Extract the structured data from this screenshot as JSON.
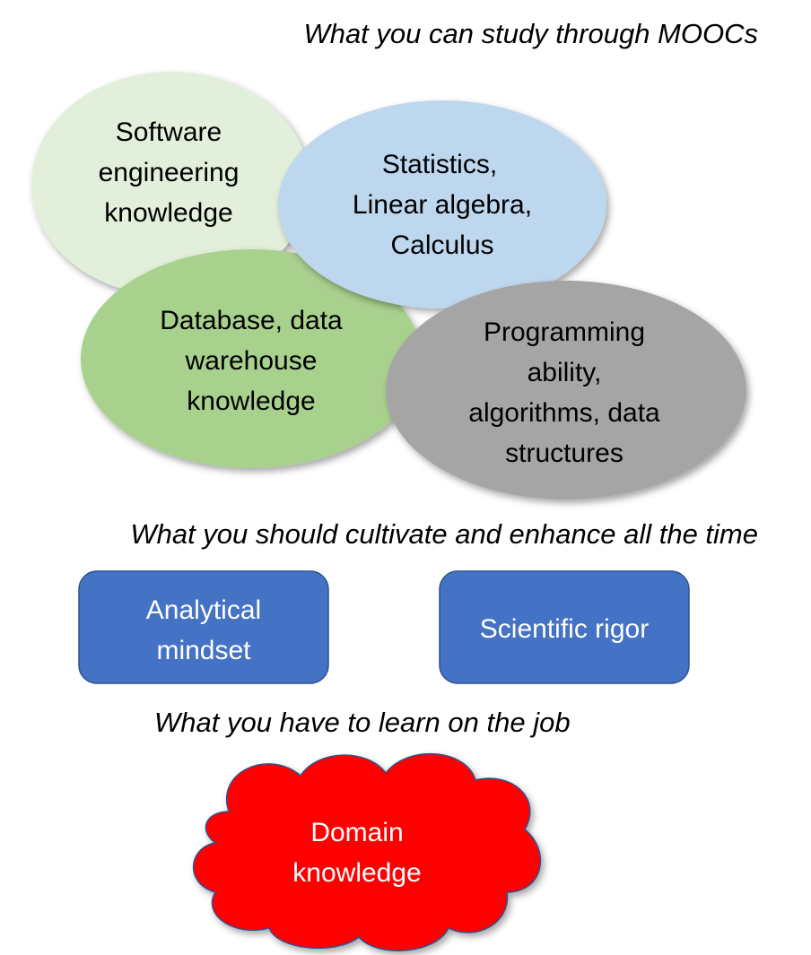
{
  "sections": {
    "moocs": {
      "heading": "What you can study through MOOCs",
      "items": [
        {
          "lines": [
            "Software",
            "engineering",
            "knowledge"
          ],
          "color": "#E2EFDA"
        },
        {
          "lines": [
            "Database,  data",
            "warehouse",
            "knowledge"
          ],
          "color": "#A9D18E"
        },
        {
          "lines": [
            "Statistics,",
            "Linear algebra,",
            "Calculus"
          ],
          "color": "#BDD7EE"
        },
        {
          "lines": [
            "Programming",
            "ability,",
            "algorithms, data",
            "structures"
          ],
          "color": "#A5A5A5"
        }
      ]
    },
    "cultivate": {
      "heading": "What you should cultivate and enhance all the time",
      "items": [
        {
          "lines": [
            "Analytical",
            "mindset"
          ],
          "color": "#4472C4"
        },
        {
          "lines": [
            "Scientific rigor"
          ],
          "color": "#4472C4"
        }
      ]
    },
    "on_job": {
      "heading": "What you have to learn on the job",
      "items": [
        {
          "lines": [
            "Domain",
            "knowledge"
          ],
          "color": "#FF0000"
        }
      ]
    }
  }
}
